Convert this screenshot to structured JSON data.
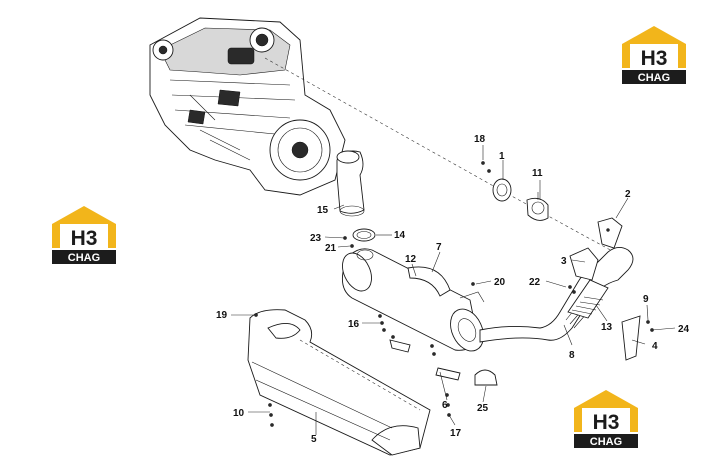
{
  "logo": {
    "mark": "H3",
    "label": "CHAG",
    "color_primary": "#f2b51b",
    "color_dark": "#1c1c1c"
  },
  "callouts": [
    "1",
    "2",
    "3",
    "4",
    "5",
    "6",
    "7",
    "8",
    "9",
    "10",
    "11",
    "12",
    "13",
    "14",
    "15",
    "16",
    "17",
    "18",
    "19",
    "20",
    "21",
    "22",
    "23",
    "24",
    "25"
  ],
  "icons": [
    "engine-illustration",
    "muffler-illustration",
    "exhaust-pipe-illustration",
    "heat-shield-illustration",
    "brand-logo"
  ]
}
